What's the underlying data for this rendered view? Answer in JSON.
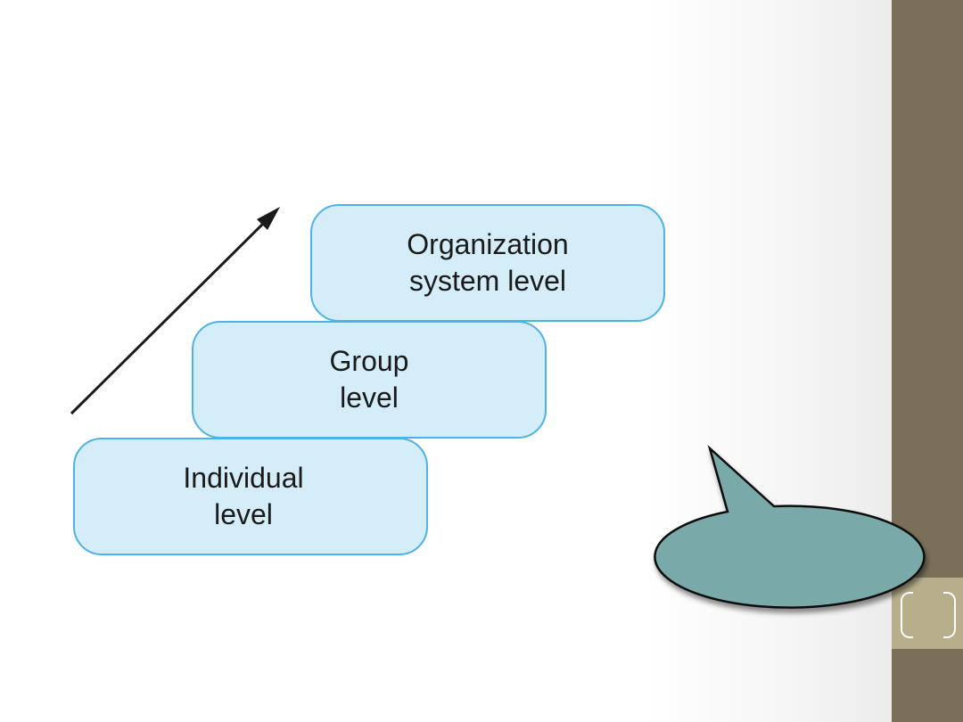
{
  "diagram": {
    "levels": [
      {
        "id": "individual",
        "line1": "Individual",
        "line2": "level"
      },
      {
        "id": "group",
        "line1": "Group",
        "line2": "level"
      },
      {
        "id": "organization",
        "line1": "Organization",
        "line2": "system level"
      }
    ]
  },
  "colors": {
    "box_fill": "#d4edf9",
    "box_border": "#4db3e6",
    "callout_fill": "#79aaa9",
    "sidebar": "#7a7059",
    "page_tab": "#b7ae8c"
  },
  "page_number": ""
}
